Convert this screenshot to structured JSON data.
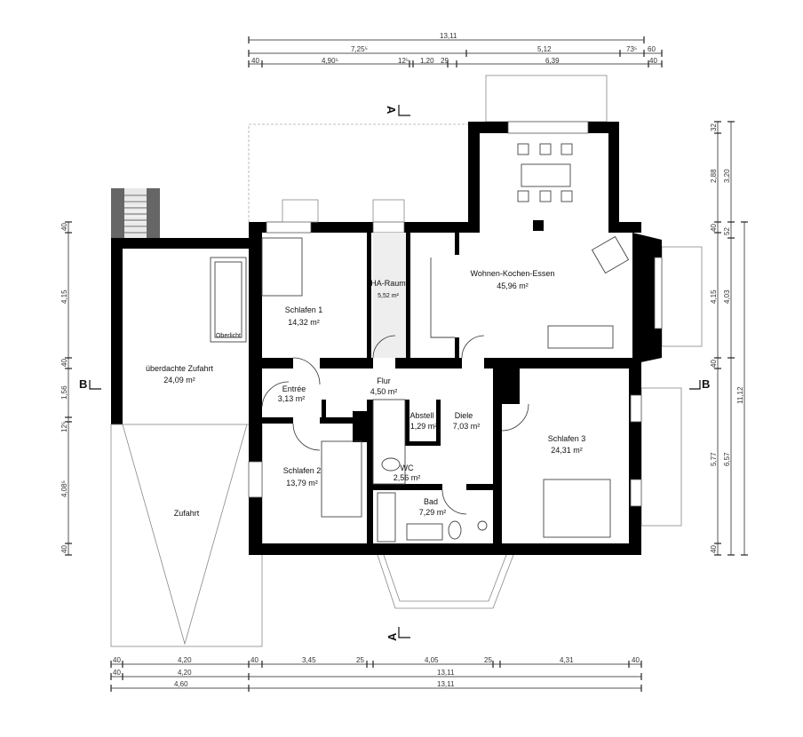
{
  "rooms": {
    "wohnen": {
      "name": "Wohnen-Kochen-Essen",
      "area": "45,96 m²"
    },
    "schlafen1": {
      "name": "Schlafen 1",
      "area": "14,32 m²"
    },
    "ha_raum": {
      "name": "HA-Raum",
      "area": "5,52 m²"
    },
    "zufahrt_ueberdacht": {
      "name": "überdachte Zufahrt",
      "area": "24,09 m²"
    },
    "oberlicht": {
      "name": "Oberlicht"
    },
    "flur": {
      "name": "Flur",
      "area": "4,50 m²"
    },
    "entree": {
      "name": "Entrée",
      "area": "3,13 m²"
    },
    "abstell": {
      "name": "Abstell",
      "area": "1,29 m²"
    },
    "diele": {
      "name": "Diele",
      "area": "7,03 m²"
    },
    "schlafen3": {
      "name": "Schlafen 3",
      "area": "24,31 m²"
    },
    "schlafen2": {
      "name": "Schlafen 2",
      "area": "13,79 m²"
    },
    "wc": {
      "name": "WC",
      "area": "2,56 m²"
    },
    "bad": {
      "name": "Bad",
      "area": "7,29 m²"
    },
    "zufahrt": {
      "name": "Zufahrt"
    }
  },
  "section_marks": {
    "a_top": "A",
    "a_bottom": "A",
    "b_left": "B",
    "b_right": "B"
  },
  "dimensions": {
    "top": {
      "row1": [
        "13,11"
      ],
      "row2": [
        "7,25⁵",
        "5,12",
        "73⁵",
        "60"
      ],
      "row3": [
        "40",
        "4,90⁵",
        "12⁵",
        "1,20",
        "29",
        "6,39",
        "40"
      ]
    },
    "bottom": {
      "row1": [
        "40",
        "4,20",
        "40",
        "3,45",
        "25",
        "4,05",
        "25",
        "4,31",
        "40"
      ],
      "row2": [
        "40",
        "4,20",
        "13,11"
      ],
      "row3": [
        "4,60",
        "13,11"
      ]
    },
    "left": [
      "40",
      "4,15",
      "40",
      "1,56",
      "12⁵",
      "4,08⁵",
      "40"
    ],
    "right": {
      "col1": [
        "32",
        "2,88",
        "40",
        "4,15",
        "40",
        "5,77",
        "40"
      ],
      "col2": [
        "3,20",
        "52",
        "4,03",
        "6,57"
      ],
      "col3": [
        "11,12"
      ]
    }
  }
}
